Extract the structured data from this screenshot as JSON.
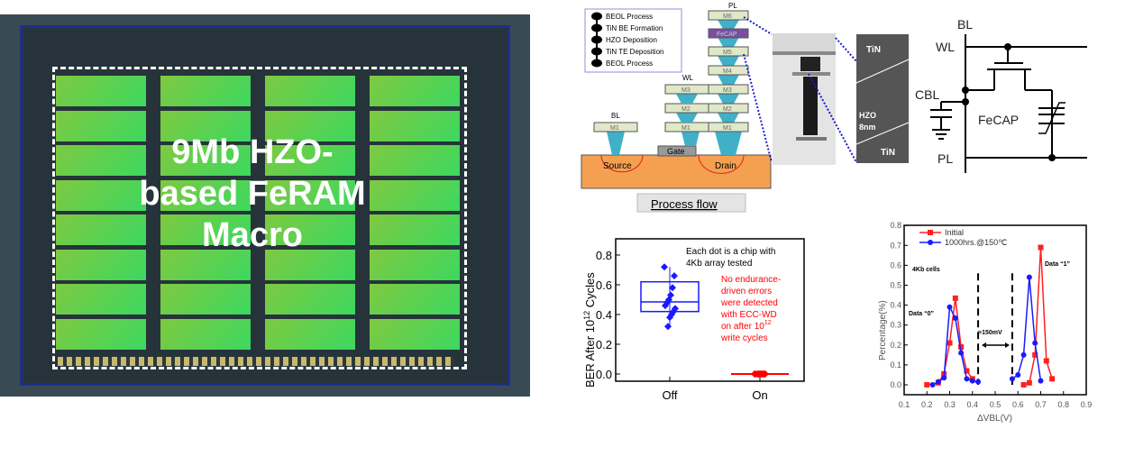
{
  "chip": {
    "label_lines": [
      "9Mb HZO-",
      "based FeRAM",
      "Macro"
    ]
  },
  "process": {
    "legend": [
      "BEOL Process",
      "TiN BE Formation",
      "HZO Deposition",
      "TiN TE Deposition",
      "BEOL Process"
    ],
    "labels": {
      "bl": "BL",
      "wl": "WL",
      "pl": "PL",
      "source": "Source",
      "gate": "Gate",
      "drain": "Drain",
      "fecap": "FeCAP"
    },
    "metals_bl": [
      "M1"
    ],
    "metals_wl": [
      "M1",
      "M2",
      "M3"
    ],
    "metals_pl": [
      "M1",
      "M2",
      "M3",
      "M4",
      "M5"
    ],
    "top_metal": "M6",
    "caption": "Process flow",
    "colors": {
      "metal": "#dfe8c8",
      "via": "#3fb0c8",
      "fecap": "#7b4fa0",
      "substrate": "#f5a050",
      "gate": "#999999"
    }
  },
  "tem": {
    "top": "TiN",
    "middle": "HZO",
    "thickness": "8nm",
    "bottom": "TiN"
  },
  "circuit": {
    "bl": "BL",
    "wl": "WL",
    "cbl": "CBL",
    "fecap": "FeCAP",
    "pl": "PL"
  },
  "chart_data": [
    {
      "type": "box",
      "ylabel": "BER After 10^12 Cycles",
      "ylabel_main": "BER After 10",
      "ylabel_sup": "12",
      "ylabel_end": " Cycles",
      "categories": [
        "Off",
        "On"
      ],
      "ylim": [
        -0.05,
        0.9
      ],
      "yticks": [
        "0.0",
        "0.2",
        "0.4",
        "0.6",
        "0.8"
      ],
      "annotation": [
        "Each dot is a chip with",
        "4Kb array tested"
      ],
      "annotation_red": [
        "No endurance-",
        "driven errors",
        "were detected",
        "with ECC-WD",
        "on after 10",
        "write cycles"
      ],
      "annotation_red_sup": "12",
      "series": [
        {
          "category": "Off",
          "color": "#1a1aff",
          "q1": 0.42,
          "median": 0.485,
          "q3": 0.62,
          "whisker_low": 0.32,
          "whisker_high": 0.72,
          "points": [
            0.72,
            0.66,
            0.58,
            0.53,
            0.5,
            0.48,
            0.46,
            0.44,
            0.42,
            0.4,
            0.38,
            0.32
          ]
        },
        {
          "category": "On",
          "color": "#ff0000",
          "q1": 0,
          "median": 0,
          "q3": 0,
          "whisker_low": 0,
          "whisker_high": 0,
          "points": [
            0,
            0,
            0,
            0,
            0,
            0,
            0,
            0,
            0,
            0,
            0,
            0
          ]
        }
      ]
    },
    {
      "type": "line",
      "xlabel": "ΔVBL(V)",
      "ylabel": "Percentage(%)",
      "xlim": [
        0.1,
        0.9
      ],
      "ylim": [
        -0.05,
        0.8
      ],
      "xticks": [
        "0.1",
        "0.2",
        "0.3",
        "0.4",
        "0.5",
        "0.6",
        "0.7",
        "0.8",
        "0.9"
      ],
      "yticks": [
        "0.0",
        "0.1",
        "0.2",
        "0.3",
        "0.4",
        "0.5",
        "0.6",
        "0.7",
        "0.8"
      ],
      "annotations": {
        "cells": "4Kb cells",
        "data0": "Data “0”",
        "data1": "Data “1”",
        "margin": ">150mV"
      },
      "margin_lines": [
        0.425,
        0.575
      ],
      "series": [
        {
          "name": "Initial",
          "color": "#ff2020",
          "marker": "square",
          "segments": [
            [
              [
                0.2,
                0
              ],
              [
                0.25,
                0.01
              ],
              [
                0.275,
                0.055
              ],
              [
                0.3,
                0.21
              ],
              [
                0.325,
                0.435
              ],
              [
                0.35,
                0.19
              ],
              [
                0.375,
                0.07
              ],
              [
                0.4,
                0.03
              ]
            ],
            [
              [
                0.625,
                0
              ],
              [
                0.65,
                0.01
              ],
              [
                0.675,
                0.15
              ],
              [
                0.7,
                0.69
              ],
              [
                0.725,
                0.12
              ],
              [
                0.75,
                0.03
              ]
            ]
          ]
        },
        {
          "name": "1000hrs.@150℃",
          "color": "#1a1aff",
          "marker": "circle",
          "segments": [
            [
              [
                0.225,
                0
              ],
              [
                0.25,
                0.015
              ],
              [
                0.275,
                0.035
              ],
              [
                0.3,
                0.39
              ],
              [
                0.325,
                0.335
              ],
              [
                0.35,
                0.16
              ],
              [
                0.375,
                0.03
              ],
              [
                0.4,
                0.02
              ],
              [
                0.425,
                0.015
              ]
            ],
            [
              [
                0.575,
                0.03
              ],
              [
                0.6,
                0.05
              ],
              [
                0.625,
                0.15
              ],
              [
                0.65,
                0.54
              ],
              [
                0.675,
                0.21
              ],
              [
                0.7,
                0.02
              ]
            ]
          ]
        }
      ]
    }
  ]
}
